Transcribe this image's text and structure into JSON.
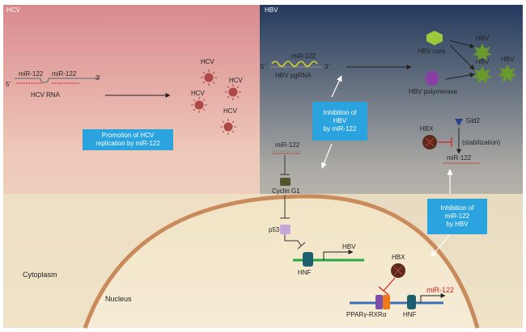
{
  "panels": {
    "hcv_title": "HCV",
    "hbv_title": "HBV"
  },
  "hcv": {
    "mir_a": "miR-122",
    "mir_b": "miR-122",
    "five_prime": "5'",
    "three_prime": "3'",
    "rna_label": "HCV RNA",
    "virions": [
      "HCV",
      "HCV",
      "HCV",
      "HCV"
    ],
    "promotion_box": "Promotion of HCV\nreplication by miR-122"
  },
  "hbv": {
    "mir_label": "miR-122",
    "five_prime": "5'",
    "three_prime": "3'",
    "pgrna_label": "HBV pgRNA",
    "core_label": "HBV core",
    "polymerase_label": "HBV polymerase",
    "virions": [
      "HBV",
      "HBV",
      "HBV"
    ],
    "inhibition_hbv_box": "Inhibition of\nHBV\nby miR-122",
    "hbx_label": "HBX",
    "gld2_label": "Gld2",
    "stabilization_label": "(stabilization)",
    "mir_stab_label": "miR-122",
    "inhibition_mir_box": "Inhibition of\nmiR-122\nby HBV"
  },
  "pathway": {
    "mir_label": "miR-122",
    "cyclin_label": "Cyclin G1",
    "p53_label": "p53",
    "hbv_gene_label": "HBV",
    "hnf_label": "HNF",
    "hbx_label": "HBX",
    "ppar_label": "PPARγ-RXRα",
    "hnf2_label": "HNF",
    "mir_out_label": "miR-122"
  },
  "regions": {
    "cytoplasm": "Cytoplasm",
    "nucleus": "Nucleus"
  },
  "colors": {
    "hcv_top": "#d98a8e",
    "hbv_top": "#233a5e",
    "bottom": "#efe3c8",
    "box": "#2ba3df",
    "membrane": "#c98a5c",
    "mir_red": "#d62020",
    "dna_green": "#22a844",
    "dna_blue": "#3a6fb6",
    "teal": "#1d5f6e",
    "purple": "#7c4fa8",
    "orange": "#f07a1a",
    "green_virion": "#6a9a2e"
  }
}
